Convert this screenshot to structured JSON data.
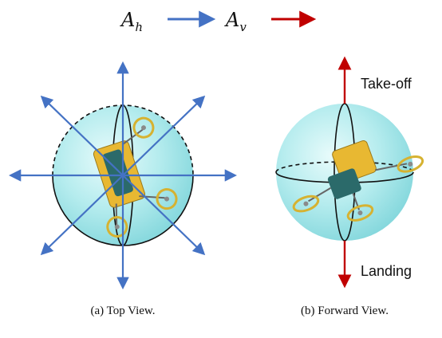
{
  "legend": {
    "horizontal": {
      "base": "A",
      "sub": "h",
      "color": "#4472c4"
    },
    "vertical": {
      "base": "A",
      "sub": "v",
      "color": "#c00000"
    }
  },
  "top_view": {
    "caption": "(a) Top View."
  },
  "forward_view": {
    "caption": "(b) Forward View.",
    "up_label": "Take-off",
    "down_label": "Landing"
  },
  "colors": {
    "sphere_fill": "#b5ecee",
    "sphere_shade": "#7fd6dc",
    "outline": "#111111",
    "drone_body": "#e8b832",
    "drone_dark": "#2b6a6a",
    "rotor": "#e7c84a"
  }
}
